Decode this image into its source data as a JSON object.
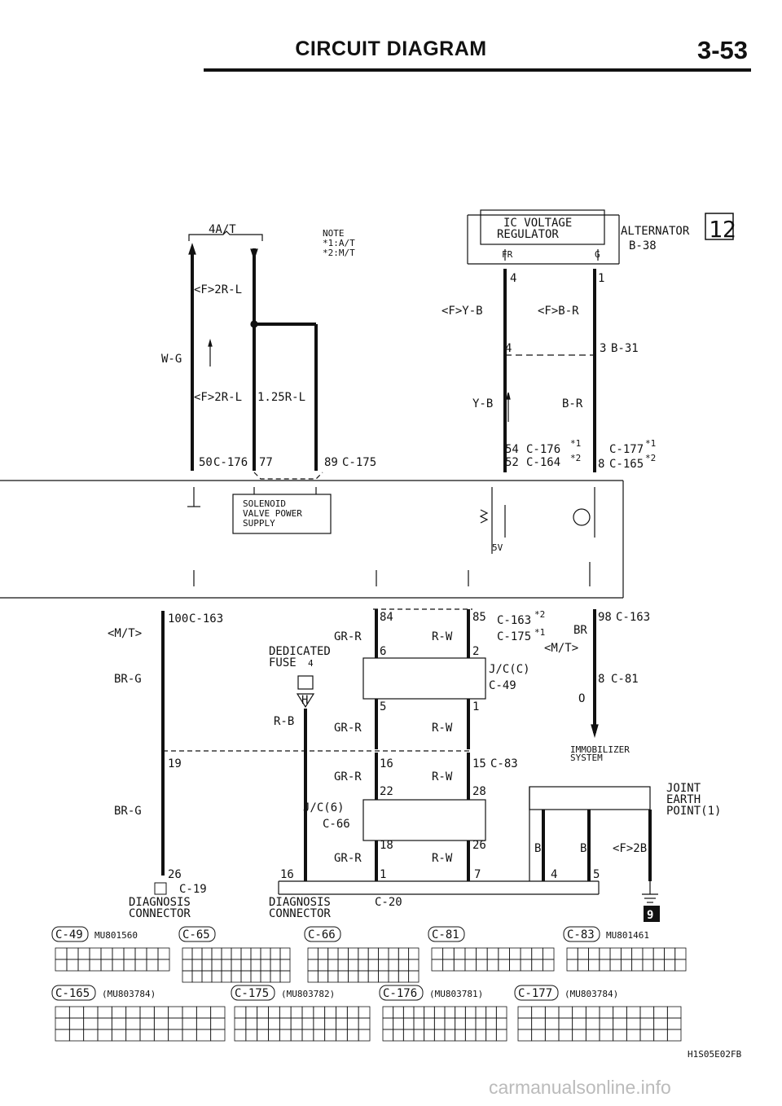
{
  "header": {
    "title": "CIRCUIT DIAGRAM",
    "page_number": "3-53"
  },
  "left_branch": {
    "top_label": "4A/T",
    "w_g": "W-G",
    "f2r_l_1": "<F>2R-L",
    "f2r_l_2": "<F>2R-L",
    "wire_125": "1.25R-L",
    "pin50": "50",
    "pin77": "77",
    "pin89": "89",
    "conn_c176": "C-176",
    "conn_c175": "C-175"
  },
  "note": {
    "l1": "NOTE",
    "l2": "*1:A/T",
    "l3": "*2:M/T"
  },
  "alternator": {
    "label": "ALTERNATOR",
    "num": "12",
    "conn": "B-38",
    "regulator": "IC VOLTAGE",
    "regulator2": "REGULATOR",
    "fr": "FR",
    "g": "G",
    "p4": "4",
    "p1": "1"
  },
  "mid_right": {
    "fyb": "<F>Y-B",
    "fbr": "<F>B-R",
    "p4b": "4",
    "p3": "3",
    "b31": "B-31",
    "yb": "Y-B",
    "br": "B-R",
    "p54": "54",
    "p52": "52",
    "c176": "C-176",
    "c164": "C-164",
    "s1": "*1",
    "s2": "*2",
    "c177": "C-177",
    "s1b": "*1",
    "p8": "8",
    "c165": "C-165",
    "s2b": "*2"
  },
  "ecu": {
    "solenoid1": "SOLENOID",
    "solenoid2": "VALVE POWER",
    "solenoid3": "SUPPLY",
    "v5": "5V"
  },
  "lower": {
    "p100": "100",
    "c163a": "C-163",
    "mt1": "<M/T>",
    "brg1": "BR-G",
    "p84": "84",
    "grr1": "GR-R",
    "p85": "85",
    "c163b": "C-163",
    "s2": "*2",
    "rw1": "R-W",
    "c175": "C-175",
    "s1": "*1",
    "p98": "98",
    "c163c": "C-163",
    "br": "BR",
    "mt2": "<M/T>",
    "dfuse1": "DEDICATED",
    "dfuse2": "FUSE",
    "fuse_num": "4",
    "p6": "6",
    "p2": "2",
    "jc": "J/C(C)",
    "c49": "C-49",
    "p8b": "8",
    "c81": "C-81",
    "o": "O",
    "h": "H",
    "rb": "R-B",
    "p5": "5",
    "grr2": "GR-R",
    "p1b": "1",
    "rw2": "R-W",
    "immo1": "IMMOBILIZER",
    "immo2": "SYSTEM",
    "p19": "19",
    "p16": "16",
    "p15": "15",
    "c83": "C-83",
    "grr3": "GR-R",
    "rw3": "R-W",
    "p22": "22",
    "p28": "28",
    "brg2": "BR-G",
    "jc6": "J/C(6)",
    "c66": "C-66",
    "joint1": "JOINT",
    "joint2": "EARTH",
    "joint3": "POINT(1)",
    "p18": "18",
    "p26b": "26",
    "grr4": "GR-R",
    "rw4": "R-W",
    "b1": "B",
    "b2": "B",
    "f2b": "<F>2B",
    "p26": "26",
    "p16b": "16",
    "p1c": "1",
    "p7": "7",
    "p4c": "4",
    "p5b": "5",
    "c19": "C-19",
    "diag1a": "DIAGNOSIS",
    "diag1b": "CONNECTOR",
    "diag2a": "DIAGNOSIS",
    "diag2b": "CONNECTOR",
    "c20": "C-20",
    "ground_num": "9"
  },
  "connectors_row1": [
    {
      "id": "C-49",
      "part": "MU801560"
    },
    {
      "id": "C-65",
      "part": ""
    },
    {
      "id": "C-66",
      "part": ""
    },
    {
      "id": "C-81",
      "part": ""
    },
    {
      "id": "C-83",
      "part": "MU801461"
    }
  ],
  "connectors_row2": [
    {
      "id": "C-165",
      "part": "(MU803784)"
    },
    {
      "id": "C-175",
      "part": "(MU803782)"
    },
    {
      "id": "C-176",
      "part": "(MU803781)"
    },
    {
      "id": "C-177",
      "part": "(MU803784)"
    }
  ],
  "footer_code": "H1S05E02FB",
  "watermark": "carmanualsonline.info"
}
